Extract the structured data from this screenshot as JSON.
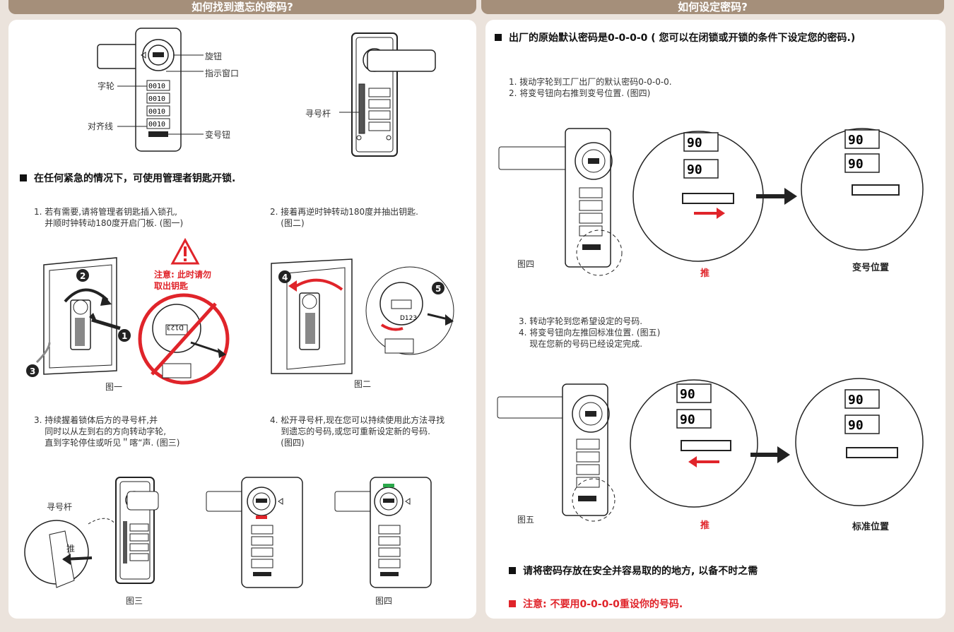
{
  "left": {
    "header": "如何找到遗忘的密码?",
    "labels": {
      "knob": "旋钮",
      "window": "指示窗口",
      "wheel": "字轮",
      "align": "对齐线",
      "change_btn": "变号钮",
      "seek_rod": "寻号杆"
    },
    "emergency": "在任何紧急的情况下，可使用管理者钥匙开锁.",
    "step1": "1. 若有需要,请将管理者钥匙插入锁孔,\n    并顺时钟转动180度开启门板. (图一)",
    "step2": "2. 接着再逆时钟转动180度并抽出钥匙.\n    (图二)",
    "warning": "注意: 此时请勿\n取出钥匙",
    "fig1": "图一",
    "fig2": "图二",
    "step3": "3. 持续握着锁体后方的寻号杆,并\n    同时以从左到右的方向转动字轮,\n    直到字轮停住或听见＂喀“声. (图三)",
    "step4": "4. 松开寻号杆,现在您可以持续使用此方法寻找\n    到遗忘的号码,或您可重新设定新的号码.\n    (图四)",
    "seek_rod_label": "寻号杆",
    "push": "推",
    "fig3": "图三",
    "fig4": "图四",
    "key_code": "D123",
    "circle_nums": [
      "2",
      "1",
      "3",
      "4",
      "5"
    ]
  },
  "right": {
    "header": "如何设定密码?",
    "default": "出厂的原始默认密码是0-0-0-0 ( 您可以在闭锁或开锁的条件下设定您的密码.)",
    "step12": "1. 拨动字轮到工厂出厂的默认密码0-0-0-0.\n2. 将变号钮向右推到变号位置. (图四)",
    "fig4": "图四",
    "push": "推",
    "change_pos": "变号位置",
    "step34": "3. 转动字轮到您希望设定的号码.\n4. 将变号钮向左推回标准位置. (图五)\n    现在您新的号码已经设定完成.",
    "fig5": "图五",
    "push2": "推",
    "std_pos": "标准位置",
    "keep": "请将密码存放在安全并容易取的的地方, 以备不时之需",
    "note": "注意: 不要用0-0-0-0重设你的号码."
  },
  "colors": {
    "header": "#a58f7a",
    "bg": "#ebe3dc",
    "red": "#e0242a",
    "green": "#2aa84a"
  }
}
